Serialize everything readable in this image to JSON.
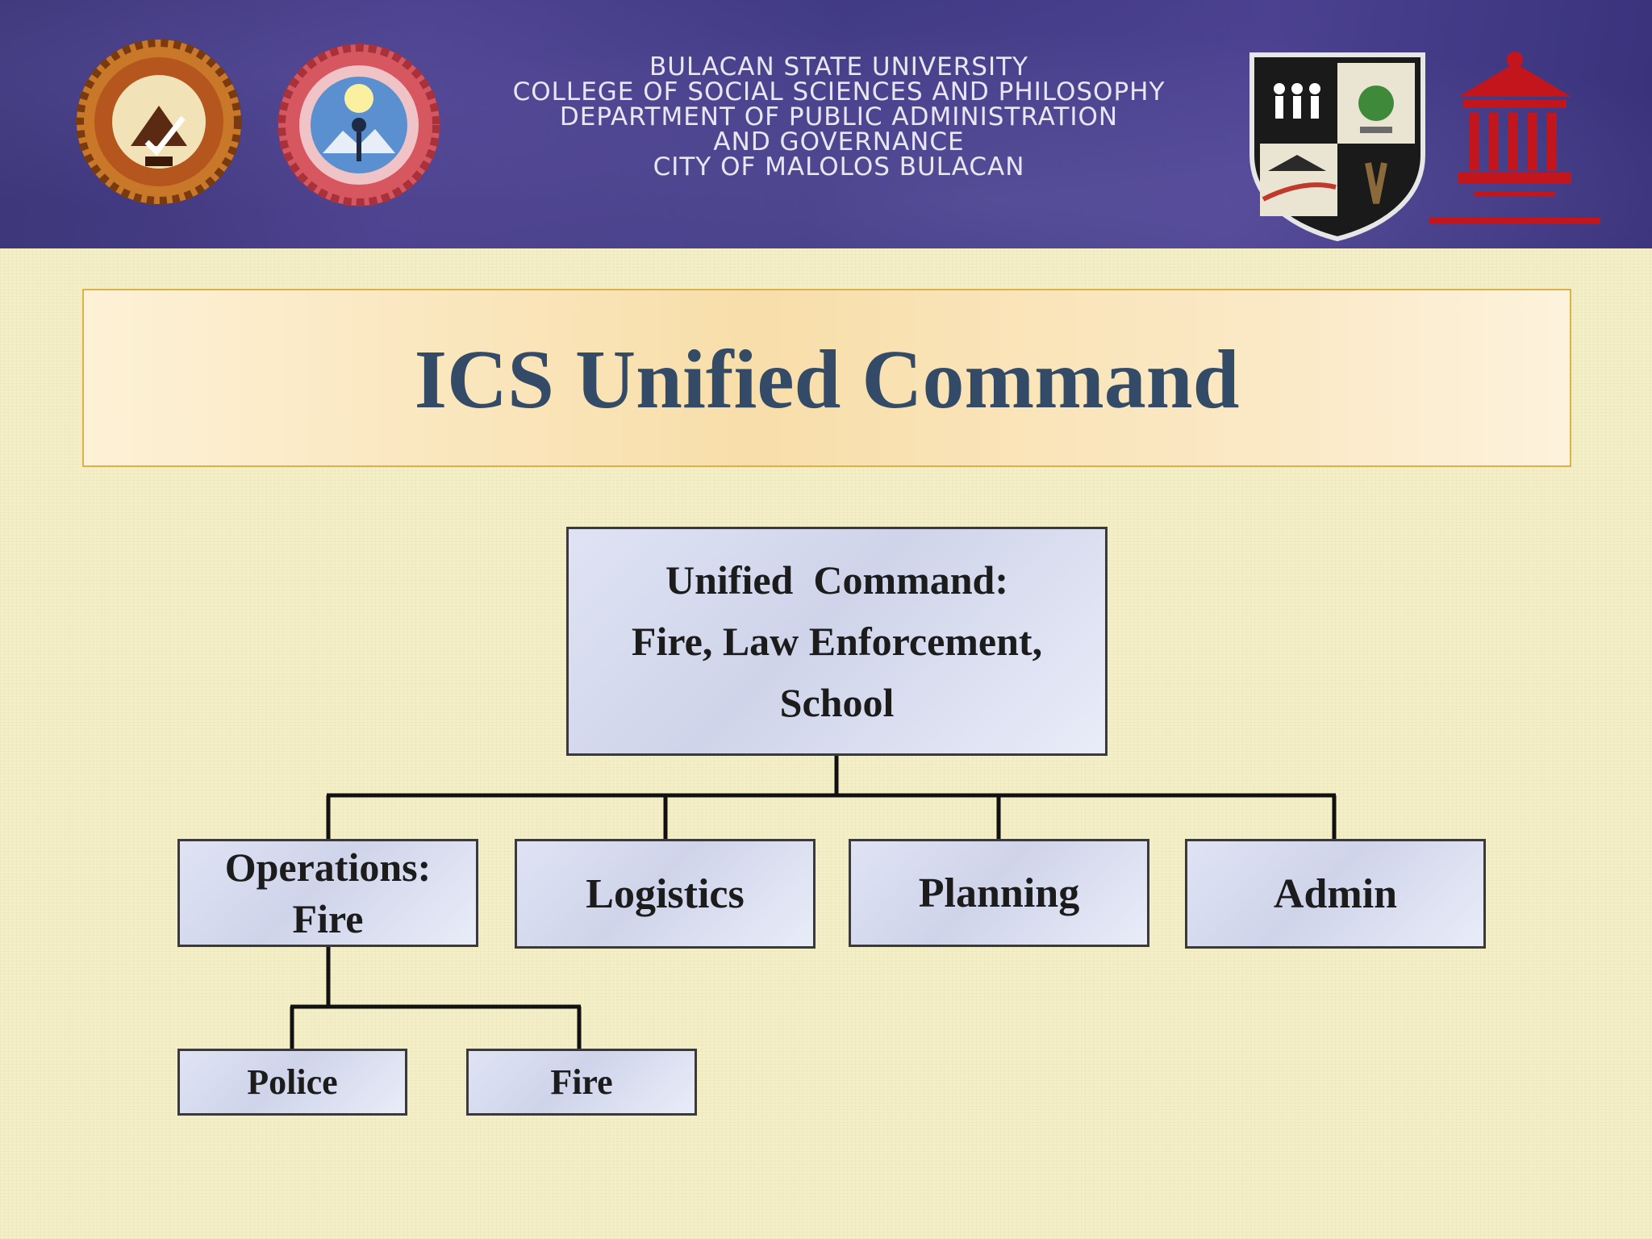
{
  "banner": {
    "lines": [
      "BULACAN STATE UNIVERSITY",
      "COLLEGE OF SOCIAL SCIENCES AND PHILOSOPHY",
      "DEPARTMENT OF PUBLIC ADMINISTRATION",
      "AND GOVERNANCE",
      "CITY OF MALOLOS BULACAN"
    ],
    "logos": [
      "bulsu-seal",
      "cssp-seal",
      "department-shield",
      "pillar-building-logo"
    ]
  },
  "title": "ICS Unified Command",
  "org_chart": {
    "root": {
      "lines": [
        "Unified  Command:",
        "Fire, Law Enforcement,",
        "School"
      ]
    },
    "sections": [
      {
        "lines": [
          "Operations:",
          "Fire"
        ]
      },
      {
        "lines": [
          "Logistics"
        ]
      },
      {
        "lines": [
          "Planning"
        ]
      },
      {
        "lines": [
          "Admin"
        ]
      }
    ],
    "operations_children": [
      {
        "label": "Police"
      },
      {
        "label": "Fire"
      }
    ]
  },
  "colors": {
    "background": "#f4efc6",
    "banner": "#3f3882",
    "title_text": "#334b67",
    "title_border": "#d9b24a",
    "node_fill": "#d8dcf0",
    "line": "#111111"
  }
}
